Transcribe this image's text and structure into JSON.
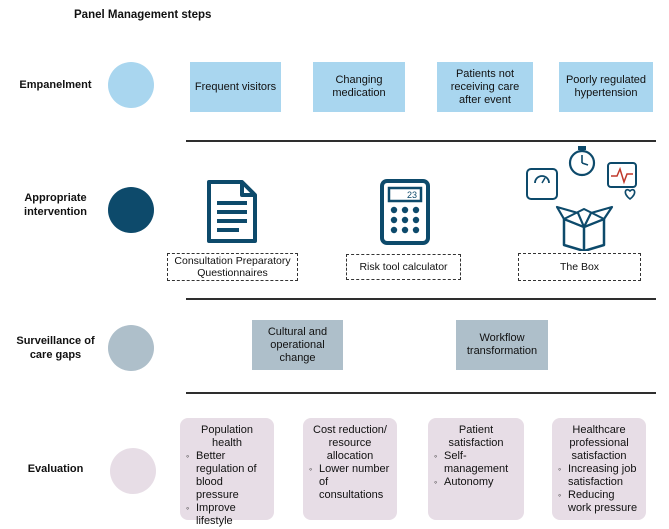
{
  "title": "Panel Management steps",
  "colors": {
    "empanelment": "#a9d6ef",
    "intervention": "#0d4a6b",
    "surveillance": "#aebfca",
    "evaluation": "#e7dde6",
    "rule": "#2e2e2e"
  },
  "steps": [
    {
      "label": "Empanelment"
    },
    {
      "label": "Appropriate intervention"
    },
    {
      "label": "Surveillance of care gaps"
    },
    {
      "label": "Evaluation"
    }
  ],
  "empanelment_boxes": [
    {
      "label": "Frequent visitors"
    },
    {
      "label": "Changing medication"
    },
    {
      "label": "Patients not receiving care after event"
    },
    {
      "label": "Poorly regulated hypertension"
    }
  ],
  "interventions": [
    {
      "label": "Consultation Preparatory Questionnaires",
      "icon": "document-icon"
    },
    {
      "label": "Risk tool calculator",
      "icon": "calculator-icon",
      "display": "23"
    },
    {
      "label": "The Box",
      "icon": "box-icon"
    }
  ],
  "surveillance_boxes": [
    {
      "label": "Cultural and operational change"
    },
    {
      "label": "Workflow transformation"
    }
  ],
  "evaluation_boxes": [
    {
      "title": "Population health",
      "items": [
        "Better regulation of blood pressure",
        "Improve lifestyle"
      ]
    },
    {
      "title": "Cost reduction/ resource allocation",
      "items": [
        "Lower number of consultations"
      ]
    },
    {
      "title": "Patient satisfaction",
      "items": [
        "Self-management",
        "Autonomy"
      ]
    },
    {
      "title": "Healthcare professional satisfaction",
      "items": [
        "Increasing job satisfaction",
        "Reducing work pressure"
      ]
    }
  ]
}
